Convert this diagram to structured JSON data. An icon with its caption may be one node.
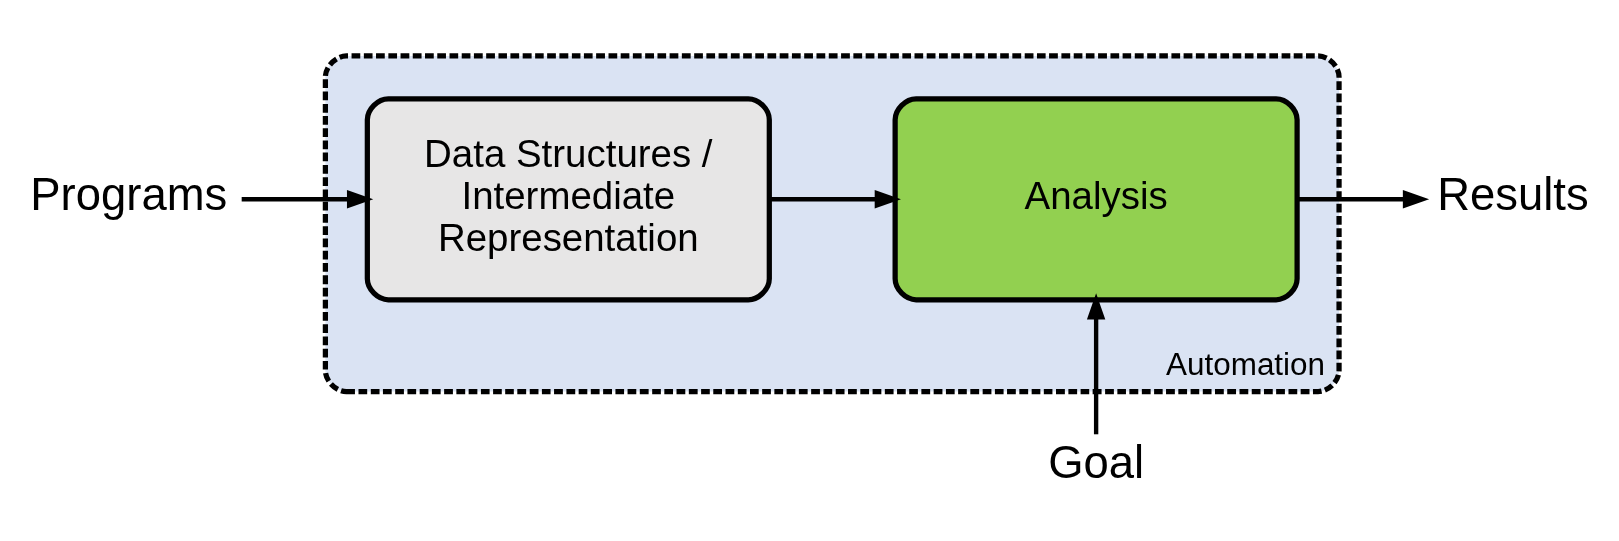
{
  "diagram": {
    "nodes": [
      {
        "text": [
          "Goal"
        ]
      },
      {
        "text": [
          "Automation"
        ]
      },
      {
        "text": [
          "Data Structures / Intermediate Representation"
        ],
        "in": 1
      },
      {
        "text": [
          "Analysis"
        ],
        "in": 1
      },
      {
        "text": [
          "Programs"
        ]
      },
      {
        "text": [
          "Results"
        ]
      }
    ],
    "edges": [
      {
        "from": 4,
        "to": 2,
        "arrow": "to"
      },
      {
        "from": 2,
        "to": 3,
        "arrow": "to"
      },
      {
        "from": 0,
        "to": 3,
        "arrow": "to"
      },
      {
        "from": 3,
        "to": 5,
        "arrow": "to"
      }
    ]
  }
}
